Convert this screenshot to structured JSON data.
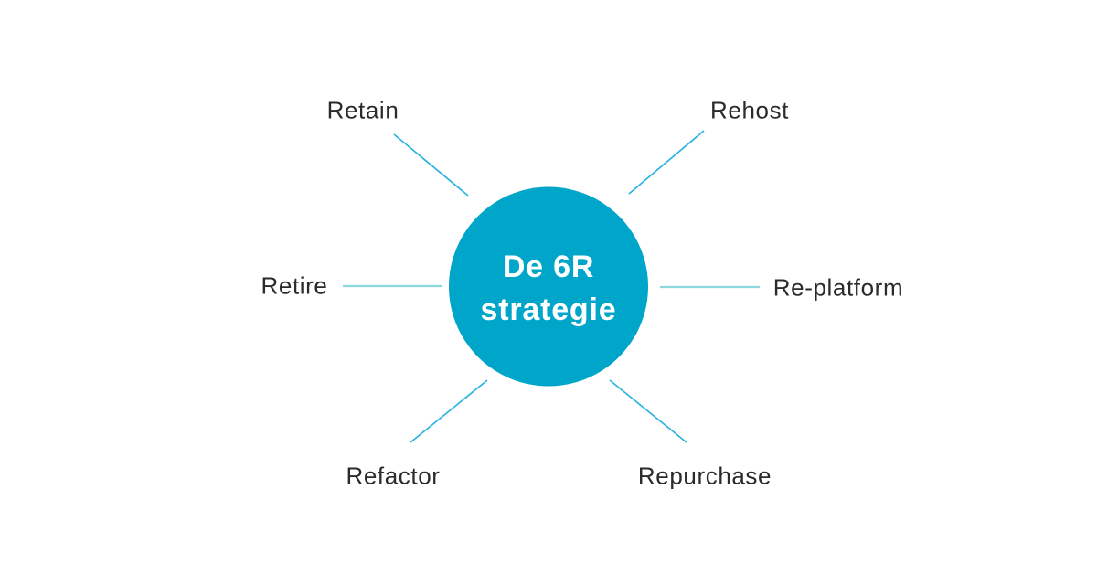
{
  "diagram": {
    "title": {
      "line1": "De 6R",
      "line2": "strategie"
    },
    "labels": {
      "retain": "Retain",
      "rehost": "Rehost",
      "retire": "Retire",
      "replatform": "Re-platform",
      "refactor": "Refactor",
      "repurchase": "Repurchase"
    }
  },
  "colors": {
    "background": "#ffffff",
    "circle_fill": "#00a6c9",
    "title_text": "#ffffff",
    "label_text": "#2b2b2b",
    "connector_diagonal": "#2ab3e0",
    "connector_horizontal": "#8ad8de"
  }
}
